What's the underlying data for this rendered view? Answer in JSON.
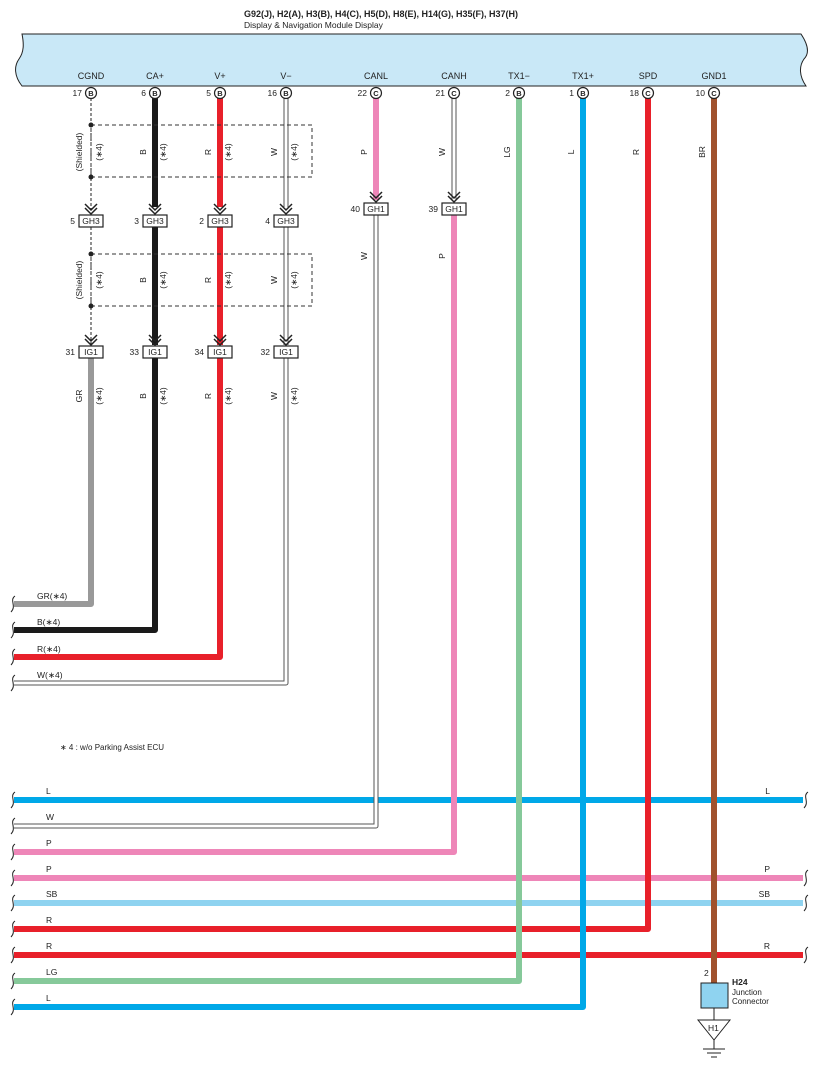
{
  "header": {
    "title": "G92(J), H2(A), H3(B), H4(C), H5(D), H8(E), H14(G), H35(F), H37(H)",
    "subtitle": "Display & Navigation Module Display"
  },
  "pins": [
    {
      "name": "CGND",
      "num": "17",
      "conn": "B",
      "color": "dashed",
      "label": "(Shielded)"
    },
    {
      "name": "CA+",
      "num": "6",
      "conn": "B",
      "color": "#1a1a1a",
      "label": "B"
    },
    {
      "name": "V+",
      "num": "5",
      "conn": "B",
      "color": "#e8202a",
      "label": "R"
    },
    {
      "name": "V−",
      "num": "16",
      "conn": "B",
      "color": "#ffffff",
      "label": "W"
    },
    {
      "name": "CANL",
      "num": "22",
      "conn": "C",
      "color": "#ee86b8",
      "label": "P"
    },
    {
      "name": "CANH",
      "num": "21",
      "conn": "C",
      "color": "#ffffff",
      "label": "W"
    },
    {
      "name": "TX1−",
      "num": "2",
      "conn": "B",
      "color": "#86c99a",
      "label": "LG"
    },
    {
      "name": "TX1+",
      "num": "1",
      "conn": "B",
      "color": "#00a8e8",
      "label": "L"
    },
    {
      "name": "SPD",
      "num": "18",
      "conn": "C",
      "color": "#e8202a",
      "label": "R"
    },
    {
      "name": "GND1",
      "num": "10",
      "conn": "C",
      "color": "#a0522d",
      "label": "BR"
    }
  ],
  "gh3": {
    "name": "GH3",
    "nums": [
      "5",
      "3",
      "2",
      "4"
    ]
  },
  "ig1": {
    "name": "IG1",
    "nums": [
      "31",
      "33",
      "34",
      "32"
    ]
  },
  "gh1": {
    "name": "GH1",
    "nums": [
      "40",
      "39"
    ]
  },
  "wire_labels": {
    "shielded": "(Shielded)",
    "star4": "(∗4)",
    "seg2": [
      "(Shielded)",
      "B",
      "R",
      "W"
    ],
    "seg3": [
      "GR",
      "B",
      "R",
      "W"
    ],
    "canl_after": "W",
    "canh_after": "P"
  },
  "left_bundle": [
    "GR(∗4)",
    "B(∗4)",
    "R(∗4)",
    "W(∗4)"
  ],
  "note": "∗ 4 : w/o Parking Assist ECU",
  "bottom_wires": [
    {
      "left": "L",
      "right": "L"
    },
    {
      "left": "W",
      "right": ""
    },
    {
      "left": "P",
      "right": ""
    },
    {
      "left": "P",
      "right": "P"
    },
    {
      "left": "SB",
      "right": "SB"
    },
    {
      "left": "R",
      "right": ""
    },
    {
      "left": "R",
      "right": "R"
    },
    {
      "left": "LG",
      "right": ""
    },
    {
      "left": "L",
      "right": ""
    }
  ],
  "junction": {
    "pin": "2",
    "id": "H24",
    "line1": "Junction",
    "line2": "Connector"
  },
  "ground": {
    "id": "H1"
  },
  "colors": {
    "module_fill": "#c9e8f7",
    "black": "#1a1a1a",
    "red": "#e8202a",
    "pink": "#ee86b8",
    "lightgreen": "#86c99a",
    "blue": "#00a8e8",
    "skyblue": "#8fd3f0",
    "brown": "#a0522d",
    "gray": "#999999"
  }
}
